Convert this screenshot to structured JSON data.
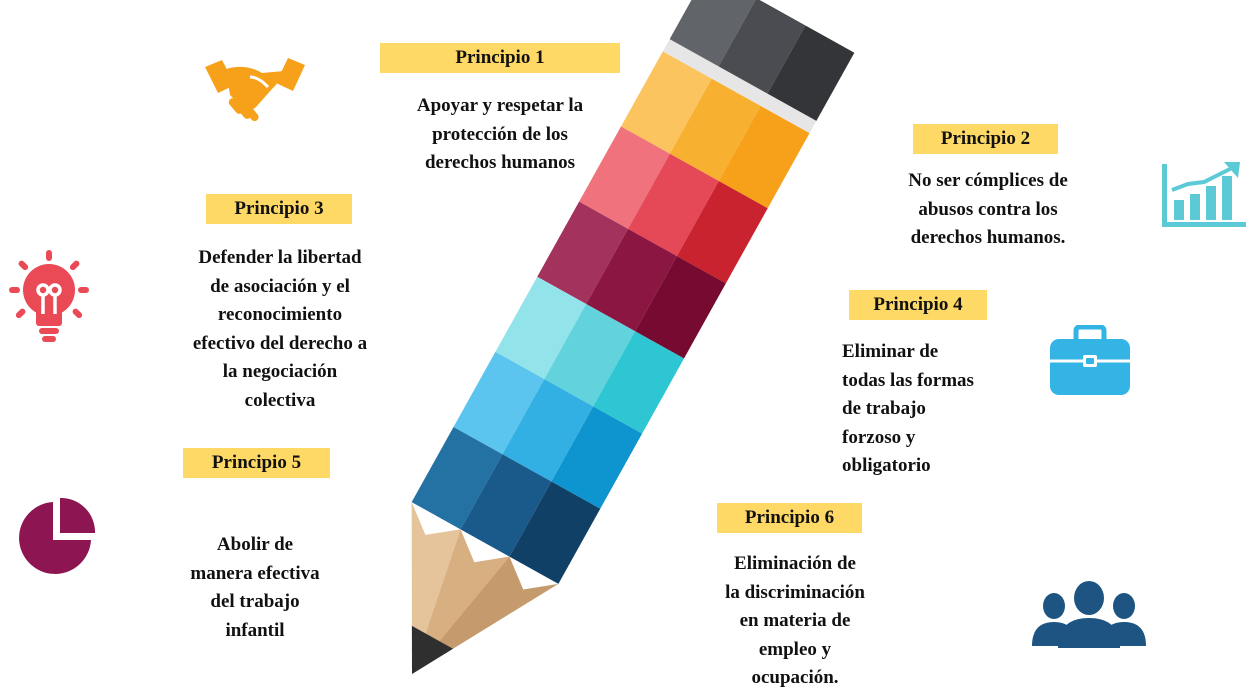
{
  "principles": [
    {
      "label": "Principio 1",
      "lines": [
        "Apoyar y respetar la",
        "protección de los",
        "derechos humanos"
      ],
      "icon": "handshake-icon",
      "icon_color": "#f7a11a"
    },
    {
      "label": "Principio 2",
      "lines": [
        "No ser cómplices de",
        "abusos contra los",
        "derechos humanos."
      ],
      "icon": "bar-chart-icon",
      "icon_color": "#5bc9d6"
    },
    {
      "label": "Principio 3",
      "lines": [
        "Defender la libertad",
        "de asociación y el",
        "reconocimiento",
        "efectivo del derecho a",
        "la negociación",
        "colectiva"
      ],
      "icon": "lightbulb-icon",
      "icon_color": "#ea4a56"
    },
    {
      "label": "Principio 4",
      "lines": [
        "Eliminar de",
        "todas las formas",
        "de trabajo",
        "forzoso y",
        "obligatorio"
      ],
      "icon": "briefcase-icon",
      "icon_color": "#33b4e5"
    },
    {
      "label": "Principio 5",
      "lines": [
        "Abolir de",
        "manera efectiva",
        "del trabajo",
        "infantil"
      ],
      "icon": "pie-chart-icon",
      "icon_color": "#8c1552"
    },
    {
      "label": "Principio 6",
      "lines": [
        "Eliminación de",
        "la discriminación",
        "en materia de",
        "empleo y",
        "ocupación."
      ],
      "icon": "people-icon",
      "icon_color": "#1d5482"
    }
  ],
  "colors": {
    "label_background": "#ffd966",
    "pencil_bands": [
      [
        "#fcc45f",
        "#f8b030",
        "#f7a11a"
      ],
      [
        "#f0727d",
        "#e54857",
        "#c8232f"
      ],
      [
        "#a3325c",
        "#8c1642",
        "#760a30"
      ],
      [
        "#93e3ea",
        "#62d2dc",
        "#2ec6d2"
      ],
      [
        "#5bc5f0",
        "#33b0e3",
        "#0e95d0"
      ],
      [
        "#2472a4",
        "#1a5a8a",
        "#114066"
      ]
    ],
    "eraser": [
      "#616469",
      "#4a4c51",
      "#333538"
    ],
    "ferrule": "#e6e6e6",
    "wood": [
      "#e5c39b",
      "#d7af80",
      "#c59a6c"
    ],
    "lead": "#2f2f2f"
  }
}
